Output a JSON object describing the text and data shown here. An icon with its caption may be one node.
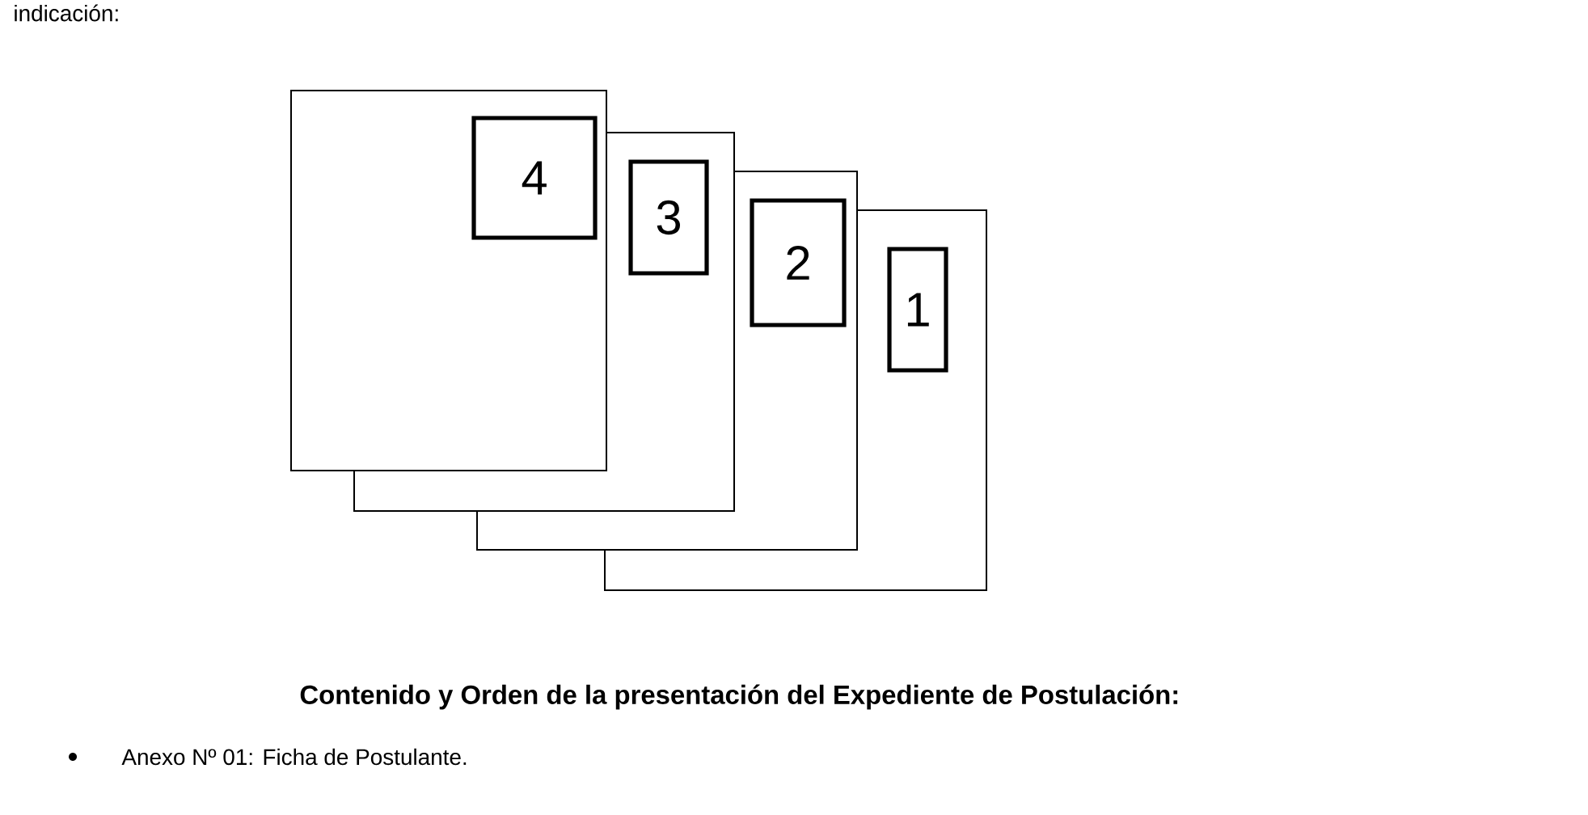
{
  "diagram": {
    "nodes": [
      {
        "text": [],
        "shape": "box"
      },
      {
        "text": [
          "4"
        ],
        "in": 0
      },
      {
        "text": [],
        "shape": "box"
      },
      {
        "text": [
          "3"
        ],
        "in": 2
      },
      {
        "text": [],
        "shape": "box"
      },
      {
        "text": [
          "2"
        ],
        "in": 4
      },
      {
        "text": [],
        "shape": "box"
      },
      {
        "text": [
          "1"
        ],
        "in": 6
      }
    ],
    "labels": [
      "indicación:",
      "Contenido y Orden de la presentación del Expediente de Postulación:",
      "Anexo Nº 01: Ficha de Postulante."
    ]
  }
}
